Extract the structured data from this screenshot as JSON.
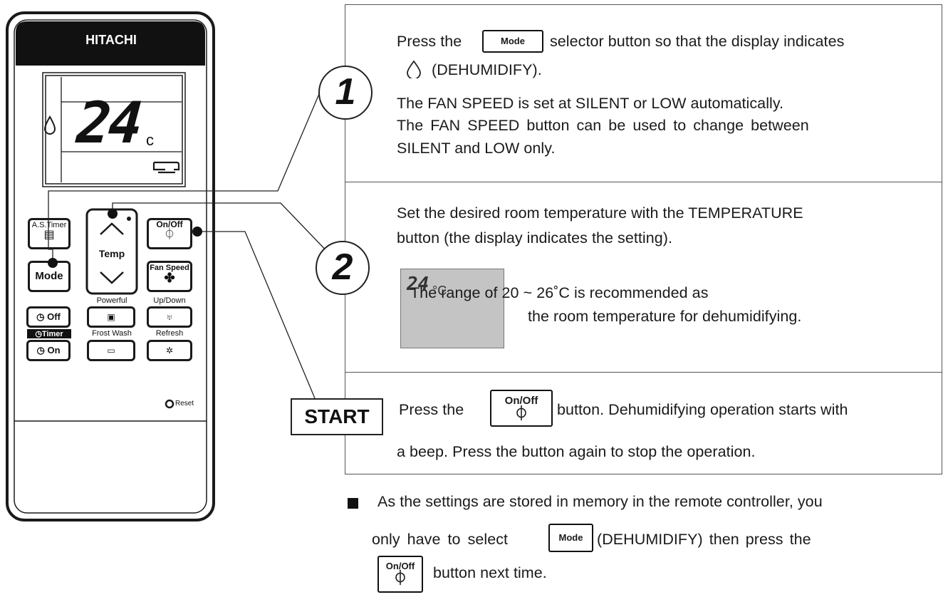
{
  "remote": {
    "brand": "HITACHI",
    "display": {
      "temperature": "24",
      "unit": "c",
      "mode_icon": "droplet-icon",
      "fan_icon": "louver-icon"
    },
    "buttons": {
      "as_timer": "A.S.Timer",
      "temp": "Temp",
      "on_off": "On/Off",
      "mode": "Mode",
      "fan_speed": "Fan Speed",
      "powerful": "Powerful",
      "up_down": "Up/Down",
      "off": "Off",
      "timer": "Timer",
      "on": "On",
      "frost_wash": "Frost Wash",
      "refresh": "Refresh",
      "reset": "Reset"
    }
  },
  "steps": [
    {
      "number": "1",
      "line1_a": "Press the",
      "line1_b": "selector button so that the display indicates",
      "button_label": "Mode",
      "line2": "(DEHUMIDIFY).",
      "line3": "The FAN SPEED is set at SILENT or LOW automatically.",
      "line4": "The FAN SPEED button can be used to change between",
      "line5": "SILENT and LOW only."
    },
    {
      "number": "2",
      "line1": "Set the desired room temperature with the TEMPERATURE",
      "line2": "button (the display indicates the setting).",
      "lcd_value": "24",
      "lcd_unit": "°C",
      "line3": "The range of 20 ~ 26˚C is recommended as",
      "line4": "the room temperature for dehumidifying."
    },
    {
      "label": "START",
      "line1_a": "Press the",
      "line1_b": "button. Dehumidifying operation starts with",
      "button_label": "On/Off",
      "line2": "a beep. Press the button again to stop the operation."
    }
  ],
  "note": {
    "line1": "As the settings are stored in memory in the remote controller, you",
    "line2_a": "only have to select",
    "mode_label": "Mode",
    "line2_b": "(DEHUMIDIFY) then press the",
    "onoff_label": "On/Off",
    "line3": "button next time."
  }
}
